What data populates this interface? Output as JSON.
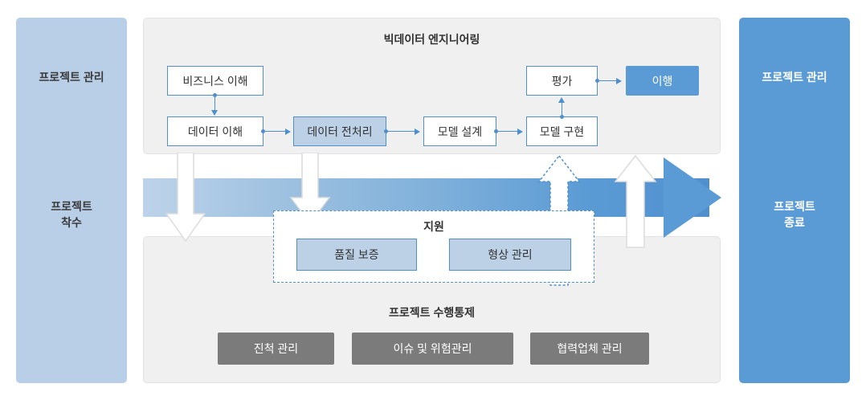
{
  "diagram": {
    "left_panel": {
      "title": "프로젝트 관리",
      "subtitle": "프로젝트\n착수"
    },
    "right_panel": {
      "title": "프로젝트 관리",
      "subtitle": "프로젝트\n종료"
    },
    "engineering": {
      "title": "빅데이터 엔지니어링",
      "steps": [
        {
          "label": "비즈니스 이해",
          "style": "outline"
        },
        {
          "label": "데이터 이해",
          "style": "outline"
        },
        {
          "label": "데이터 전처리",
          "style": "fill-light"
        },
        {
          "label": "모델 설계",
          "style": "outline"
        },
        {
          "label": "모델 구현",
          "style": "outline"
        },
        {
          "label": "평가",
          "style": "outline"
        },
        {
          "label": "이행",
          "style": "fill-solid"
        }
      ]
    },
    "support": {
      "title": "지원",
      "items": [
        {
          "label": "품질 보증"
        },
        {
          "label": "형상 관리"
        }
      ]
    },
    "control": {
      "title": "프로젝트 수행통제",
      "items": [
        {
          "label": "진척 관리"
        },
        {
          "label": "이슈 및 위험관리"
        },
        {
          "label": "협력업체 관리"
        }
      ]
    },
    "colors": {
      "panel_left_fill": "#b9cfe7",
      "panel_right_fill": "#5b9bd5",
      "panel_grey_fill": "#f0f0f0",
      "box_border_blue": "#4f8fcd",
      "box_fill_light_blue": "#bcd0e6",
      "chip_grey": "#7b7b7b",
      "band_start": "#bdd3ea",
      "band_end": "#4f8fcd",
      "arrow_outline_grey": "#d9d9d9"
    }
  }
}
